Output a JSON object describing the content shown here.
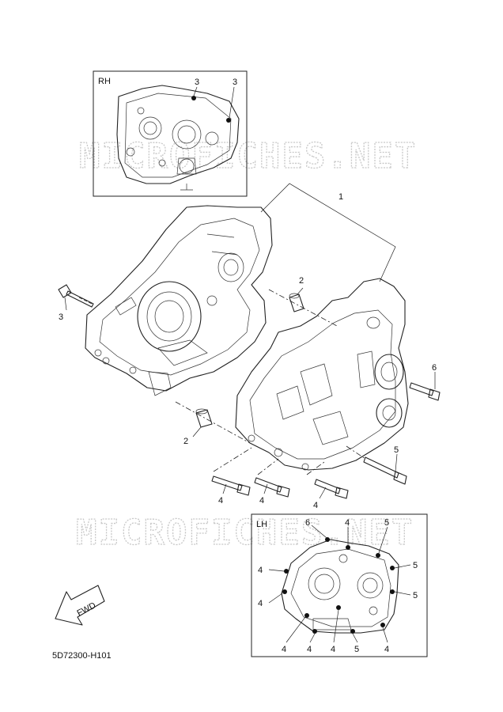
{
  "watermark": "MICROFICHES.NET",
  "diagram_code": "5D72300-H101",
  "fwd_label": "FWD",
  "rh_inset": {
    "title": "RH",
    "callouts": [
      "3",
      "3"
    ]
  },
  "lh_inset": {
    "title": "LH",
    "callouts": [
      "6",
      "4",
      "5",
      "4",
      "5",
      "4",
      "5",
      "4",
      "4",
      "4",
      "5",
      "4"
    ]
  },
  "main_callouts": {
    "crankcase_assy": "1",
    "dowel_upper": "2",
    "dowel_lower": "2",
    "bolt_long_left": "3",
    "bolt_right_upper": "6",
    "bolt_right_lower": "5",
    "bolt_a": "4",
    "bolt_b": "4",
    "bolt_c": "4"
  }
}
